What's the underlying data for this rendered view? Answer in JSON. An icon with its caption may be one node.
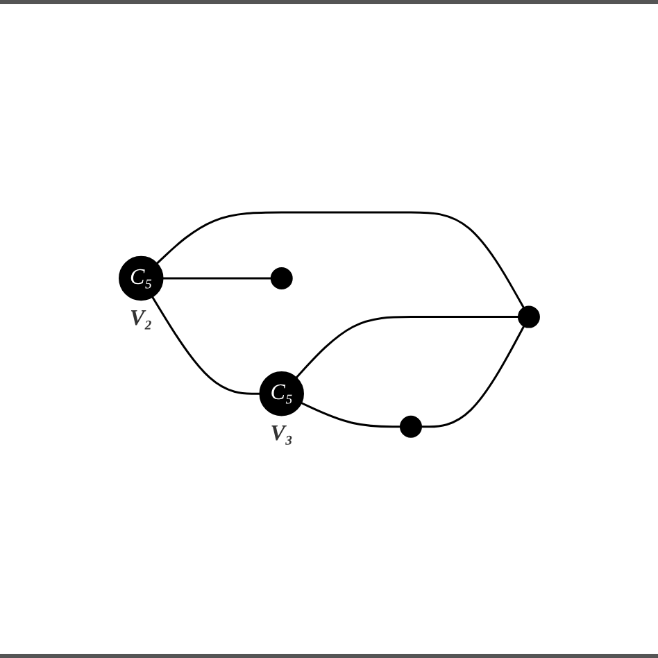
{
  "diagram": {
    "nodes": [
      {
        "text": [
          "C₅"
        ],
        "beside": [
          "V₂"
        ]
      },
      {
        "text": [
          "C₅"
        ],
        "beside": [
          "V₃"
        ]
      },
      {
        "text": [],
        "shape": "circle"
      },
      {
        "text": [],
        "shape": "circle"
      },
      {
        "text": [],
        "shape": "circle"
      }
    ],
    "edges": [
      {
        "from": 0,
        "to": 1,
        "arrow": "none"
      },
      {
        "from": 0,
        "to": 4,
        "arrow": "none"
      },
      {
        "from": 0,
        "to": 2,
        "arrow": "none"
      },
      {
        "from": 1,
        "to": 3,
        "arrow": "none"
      },
      {
        "from": 1,
        "to": 4,
        "arrow": "none"
      },
      {
        "from": 3,
        "to": 4,
        "arrow": "none"
      }
    ]
  }
}
